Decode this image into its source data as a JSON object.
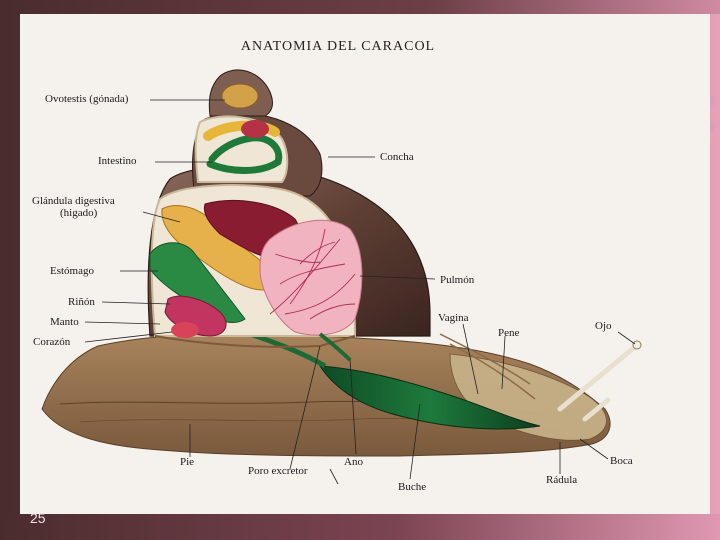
{
  "slide": {
    "number": "25"
  },
  "diagram": {
    "title": "ANATOMIA DEL CARACOL",
    "labels": {
      "ovotestis": "Ovotestis (gónada)",
      "intestino": "Intestino",
      "glandula_1": "Glándula digestiva",
      "glandula_2": "(higado)",
      "estomago": "Estómago",
      "rinon": "Riñón",
      "manto": "Manto",
      "corazon": "Corazón",
      "concha": "Concha",
      "pulmon": "Pulmón",
      "vagina": "Vagina",
      "pene": "Pene",
      "ojo": "Ojo",
      "pie": "Pie",
      "poro": "Poro excretor",
      "ano": "Ano",
      "buche": "Buche",
      "radula": "Rádula",
      "boca": "Boca"
    }
  }
}
